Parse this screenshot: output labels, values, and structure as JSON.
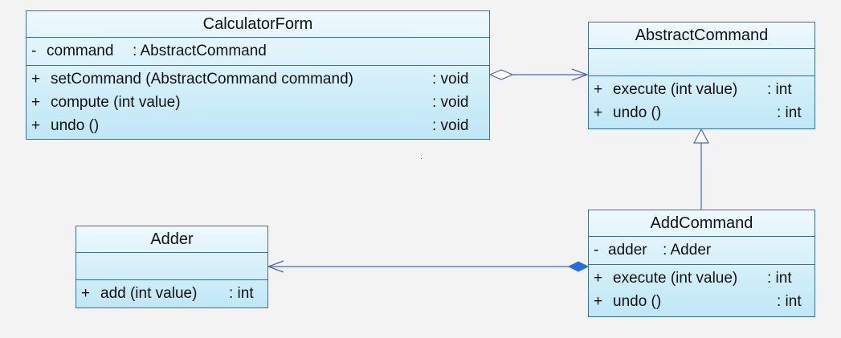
{
  "classes": {
    "calculator_form": {
      "name": "CalculatorForm",
      "attributes": [
        {
          "vis": "-",
          "text": "command",
          "type": ": AbstractCommand"
        }
      ],
      "operations": [
        {
          "vis": "+",
          "text": "setCommand (AbstractCommand command)",
          "type": ": void"
        },
        {
          "vis": "+",
          "text": "compute (int value)",
          "type": ": void"
        },
        {
          "vis": "+",
          "text": "undo ()",
          "type": ": void"
        }
      ]
    },
    "abstract_command": {
      "name": "AbstractCommand",
      "operations": [
        {
          "vis": "+",
          "text": "execute (int value)",
          "type": ": int"
        },
        {
          "vis": "+",
          "text": "undo ()",
          "type": ": int"
        }
      ]
    },
    "add_command": {
      "name": "AddCommand",
      "attributes": [
        {
          "vis": "-",
          "text": "adder",
          "type": ": Adder"
        }
      ],
      "operations": [
        {
          "vis": "+",
          "text": "execute (int value)",
          "type": ": int"
        },
        {
          "vis": "+",
          "text": "undo ()",
          "type": ": int"
        }
      ]
    },
    "adder": {
      "name": "Adder",
      "operations": [
        {
          "vis": "+",
          "text": "add (int value)",
          "type": ": int"
        }
      ]
    }
  },
  "relations": [
    {
      "kind": "aggregation",
      "from": "CalculatorForm",
      "to": "AbstractCommand"
    },
    {
      "kind": "generalization",
      "from": "AddCommand",
      "to": "AbstractCommand"
    },
    {
      "kind": "composition",
      "from": "AddCommand",
      "to": "Adder"
    }
  ],
  "colors": {
    "border": "#3a6fa8",
    "fill_top": "#eef9fd",
    "fill_bottom": "#bfe7f6",
    "link": "#4a63c8",
    "composition_diamond": "#1f6fe0"
  }
}
